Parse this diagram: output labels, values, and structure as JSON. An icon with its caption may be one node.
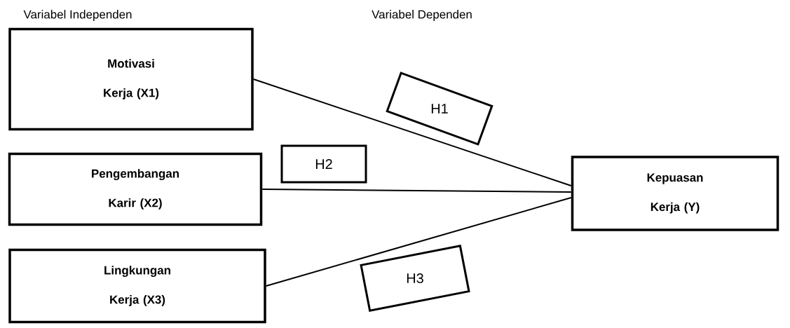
{
  "diagram": {
    "nodes": [
      {
        "text": [
          "Motivasi Kerja (X1)"
        ]
      },
      {
        "text": [
          "Pengembangan Karir (X2)"
        ]
      },
      {
        "text": [
          "Lingkungan Kerja (X3)"
        ]
      },
      {
        "text": [
          "Kepuasan Kerja (Y)"
        ]
      }
    ],
    "edges": [
      {
        "from": 0,
        "to": 3,
        "arrow": "none",
        "label": "H1"
      },
      {
        "from": 1,
        "to": 3,
        "arrow": "none",
        "label": "H2"
      },
      {
        "from": 2,
        "to": 3,
        "arrow": "none",
        "label": "H3"
      }
    ],
    "labels": [
      "Variabel Independen",
      "Variabel Dependen"
    ]
  }
}
